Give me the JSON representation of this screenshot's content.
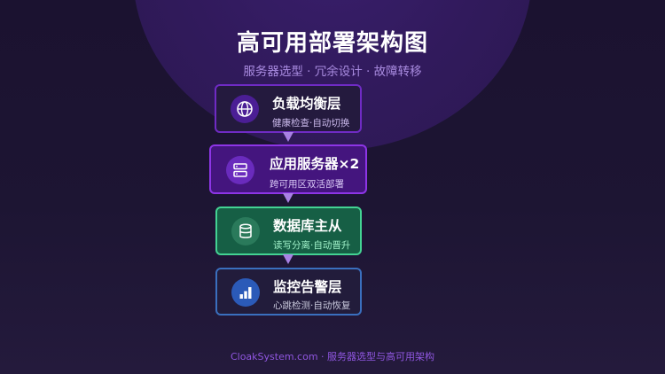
{
  "page": {
    "title": "高可用部署架构图",
    "subtitle": "服务器选型 · 冗余设计 · 故障转移",
    "footer": "CloakSystem.com · 服务器选型与高可用架构"
  },
  "nodes": [
    {
      "title": "负载均衡层",
      "subtitle": "健康检查·自动切换",
      "icon": "globe-icon"
    },
    {
      "title": "应用服务器×2",
      "subtitle": "跨可用区双活部署",
      "icon": "server-icon"
    },
    {
      "title": "数据库主从",
      "subtitle": "读写分离·自动晋升",
      "icon": "database-icon"
    },
    {
      "title": "监控告警层",
      "subtitle": "心跳检测·自动恢复",
      "icon": "bar-chart-icon"
    }
  ],
  "colors": {
    "background": "#1d1533",
    "load_balancer_accent": "#7b2ed6",
    "app_server_accent": "#8a2be2",
    "database_accent": "#3ec98a",
    "monitoring_accent": "#3e73c4",
    "arrow": "#a881e4"
  }
}
